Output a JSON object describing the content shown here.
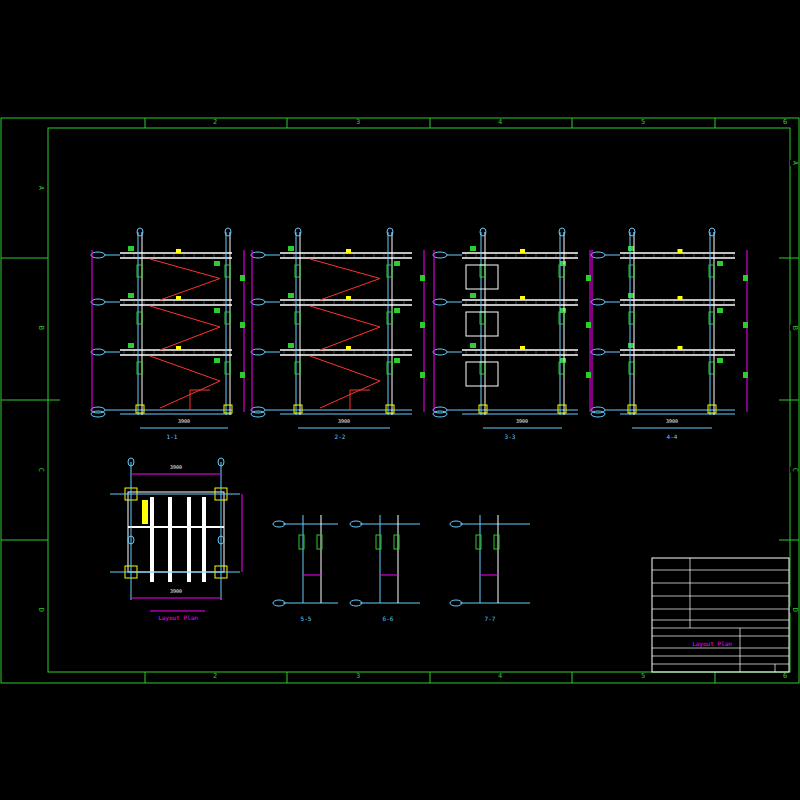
{
  "diagram": {
    "labels": [
      "2",
      "3",
      "4",
      "5",
      "6",
      "A",
      "B",
      "C",
      "D",
      "A",
      "B",
      "C",
      "D",
      "2",
      "3",
      "4",
      "5",
      "6",
      "1-1",
      "2-2",
      "3-3",
      "4-4",
      "5-5",
      "6-6",
      "7-7",
      "Layout Plan",
      "3900",
      "3900",
      "3900",
      "3900",
      "3900",
      "3900",
      "Layout Plan"
    ]
  }
}
